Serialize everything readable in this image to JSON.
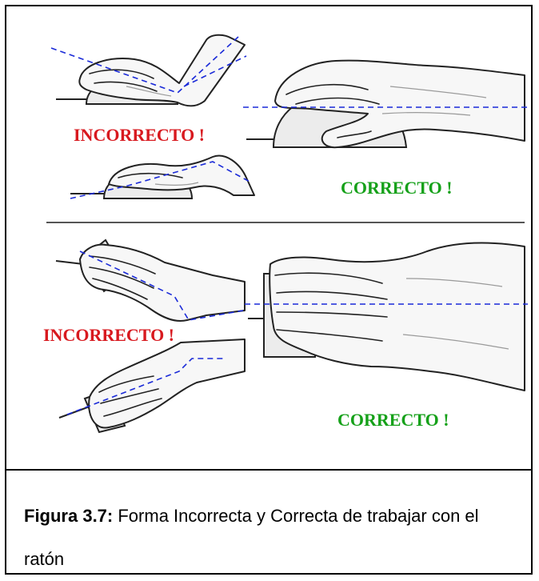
{
  "figure": {
    "labels": {
      "top_incorrect": "INCORRECTO !",
      "top_correct": "CORRECTO !",
      "bottom_incorrect": "INCORRECTO !",
      "bottom_correct": "CORRECTO !"
    },
    "colors": {
      "incorrect": "#d8191f",
      "correct": "#16a11a",
      "guide_line": "#1a2ad8"
    }
  },
  "caption": {
    "label": "Figura 3.7:",
    "text": " Forma Incorrecta y Correcta de trabajar con el ratón"
  }
}
